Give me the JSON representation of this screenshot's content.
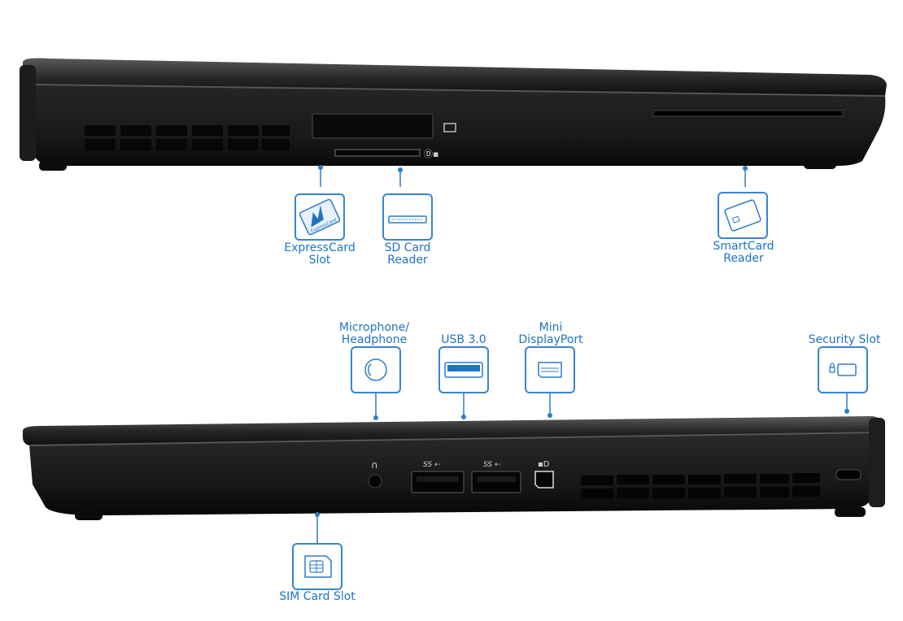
{
  "colors": {
    "accent": "#1f73c2",
    "laptop_body": "#1a1a1a"
  },
  "views": [
    {
      "name": "right-side-view"
    },
    {
      "name": "left-side-view"
    }
  ],
  "callouts": {
    "expresscard": {
      "lines": [
        "ExpressCard",
        "Slot"
      ],
      "icon": "expresscard-icon",
      "icon_text": "ExpressCard"
    },
    "sdcard": {
      "lines": [
        "SD Card",
        "Reader"
      ],
      "icon": "sd-card-slot-icon"
    },
    "smartcard": {
      "lines": [
        "SmartCard",
        "Reader"
      ],
      "icon": "smartcard-icon"
    },
    "audio": {
      "lines": [
        "Microphone/",
        "Headphone"
      ],
      "icon": "audio-jack-icon"
    },
    "usb": {
      "lines": [
        "USB 3.0"
      ],
      "icon": "usb-port-icon"
    },
    "displayport": {
      "lines": [
        "Mini",
        "DisplayPort"
      ],
      "icon": "mini-displayport-icon"
    },
    "security": {
      "lines": [
        "Security Slot"
      ],
      "icon": "security-lock-icon"
    },
    "sim": {
      "lines": [
        "SIM Card Slot"
      ],
      "icon": "sim-card-icon"
    }
  },
  "port_marks": {
    "usb_a": "SS",
    "usb_b": "SS"
  }
}
